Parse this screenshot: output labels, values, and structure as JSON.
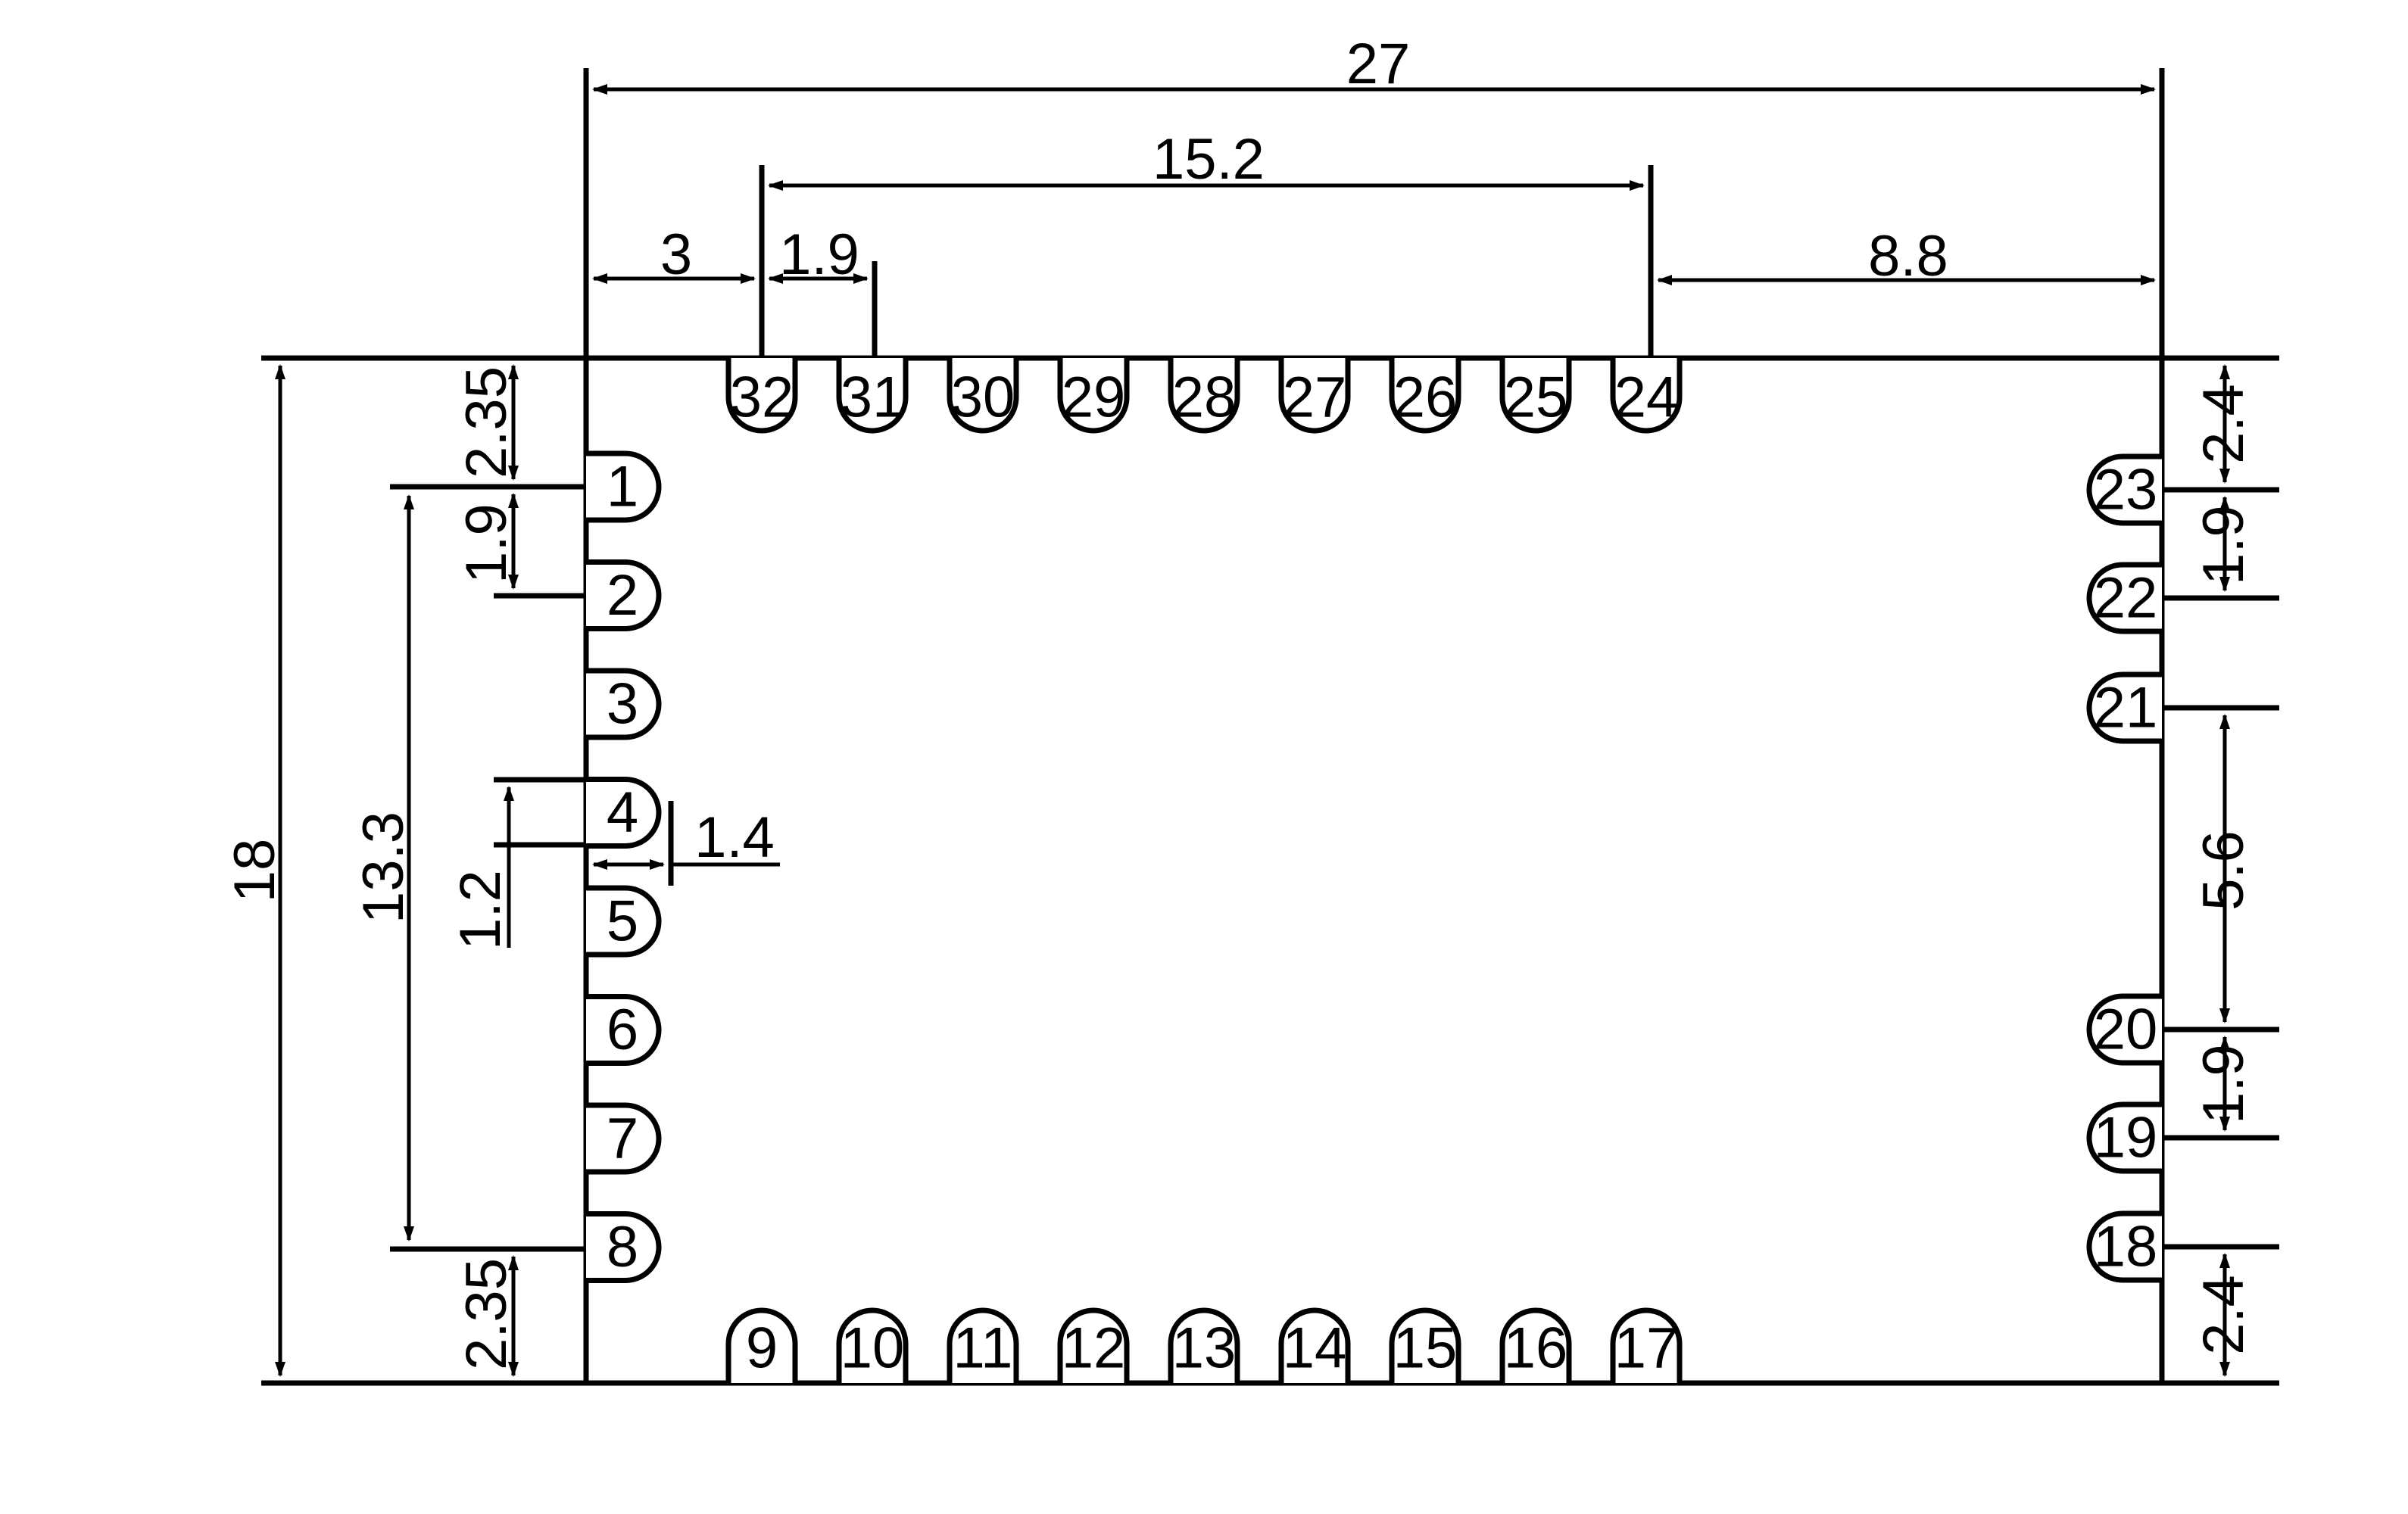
{
  "dimensions": {
    "total_width": "27",
    "pin_span": "15.2",
    "left_offset": "3",
    "top_pitch": "1.9",
    "right_offset": "8.8",
    "total_height": "18",
    "left_span": "13.3",
    "left_top_margin": "2.35",
    "left_pitch": "1.9",
    "left_bottom_margin": "2.35",
    "pad_width": "1.4",
    "pad_height": "1.2",
    "right_top_margin": "2.4",
    "right_pitch_top": "1.9",
    "right_gap": "5.6",
    "right_pitch_bottom": "1.9",
    "right_bottom_margin": "2.4"
  },
  "pins": {
    "left": [
      "1",
      "2",
      "3",
      "4",
      "5",
      "6",
      "7",
      "8"
    ],
    "bottom": [
      "9",
      "10",
      "11",
      "12",
      "13",
      "14",
      "15",
      "16",
      "17"
    ],
    "right": [
      "23",
      "22",
      "21",
      "20",
      "19",
      "18"
    ],
    "top": [
      "32",
      "31",
      "30",
      "29",
      "28",
      "27",
      "26",
      "25",
      "24"
    ]
  }
}
